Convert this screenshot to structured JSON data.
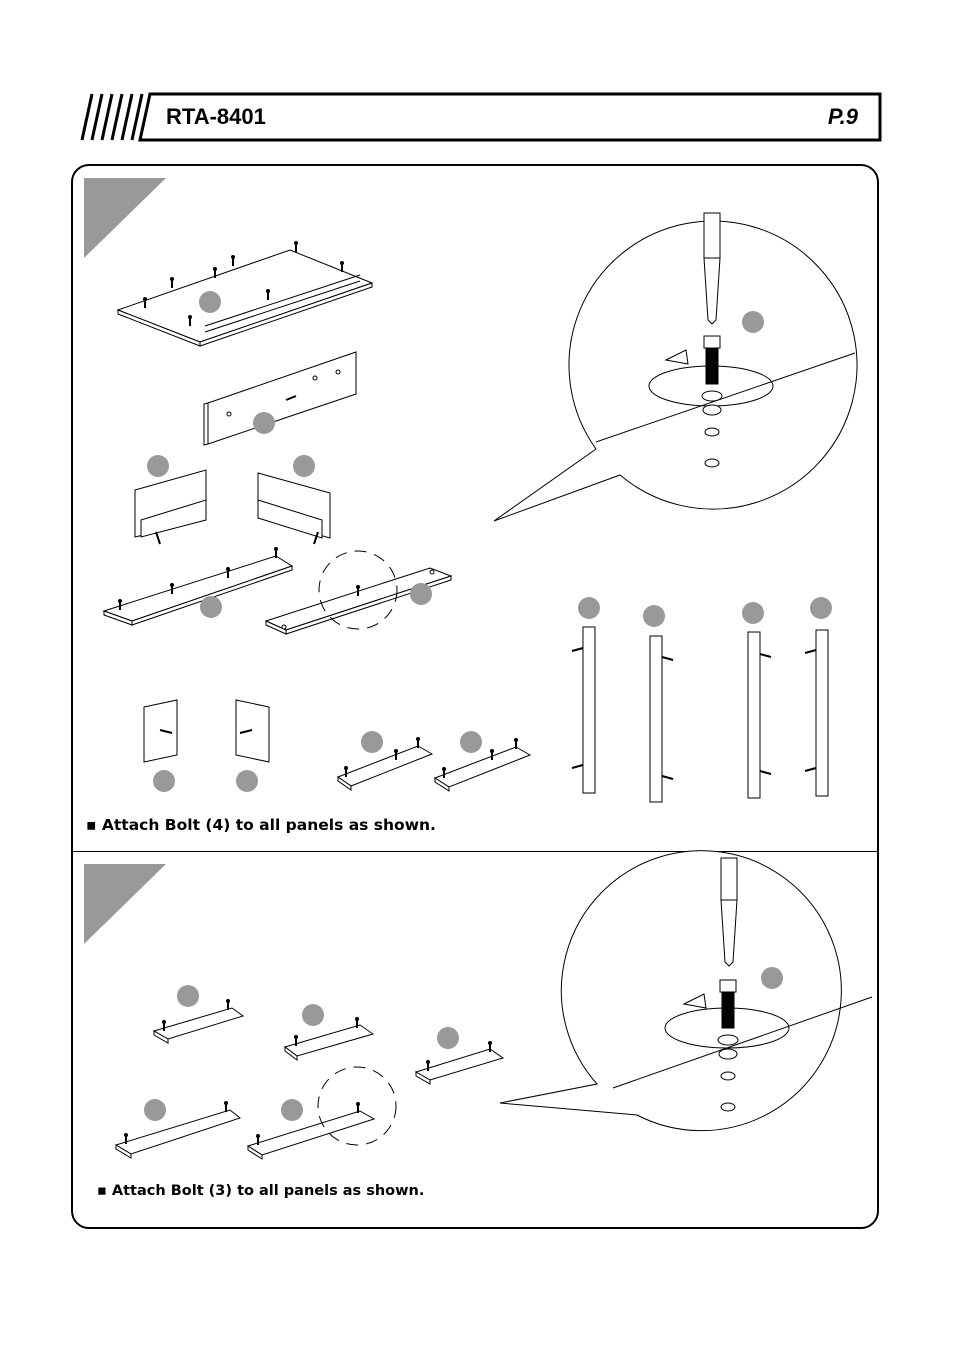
{
  "header": {
    "model": "RTA-8401",
    "page": "P.9"
  },
  "steps": [
    {
      "caption": "▪ Attach Bolt (4) to all panels as shown."
    },
    {
      "caption": "▪ Attach Bolt (3) to all panels as shown."
    }
  ],
  "icons": [
    "screwdriver-icon",
    "cam-bolt-icon",
    "rotation-arrow-icon",
    "part-number-badge-icon"
  ],
  "colors": {
    "badge_gray": "#999999",
    "corner_gray": "#999999",
    "line": "#000000"
  }
}
